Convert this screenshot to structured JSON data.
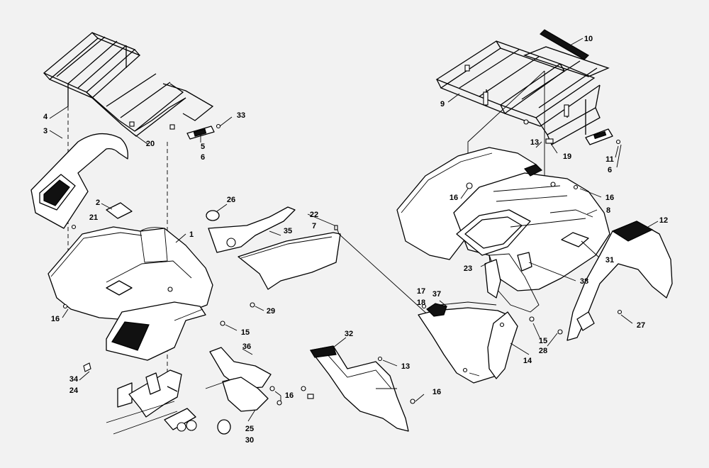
{
  "diagram": {
    "callouts": [
      {
        "id": "c-10",
        "text": "10"
      },
      {
        "id": "c-33",
        "text": "33"
      },
      {
        "id": "c-4",
        "text": "4"
      },
      {
        "id": "c-3",
        "text": "3"
      },
      {
        "id": "c-20",
        "text": "20"
      },
      {
        "id": "c-5",
        "text": "5"
      },
      {
        "id": "c-6a",
        "text": "6"
      },
      {
        "id": "c-9",
        "text": "9"
      },
      {
        "id": "c-13a",
        "text": "13"
      },
      {
        "id": "c-19",
        "text": "19"
      },
      {
        "id": "c-11",
        "text": "11"
      },
      {
        "id": "c-6b",
        "text": "6"
      },
      {
        "id": "c-2",
        "text": "2"
      },
      {
        "id": "c-21",
        "text": "21"
      },
      {
        "id": "c-26",
        "text": "26"
      },
      {
        "id": "c-22",
        "text": "22"
      },
      {
        "id": "c-7",
        "text": "7"
      },
      {
        "id": "c-35",
        "text": "35"
      },
      {
        "id": "c-1",
        "text": "1"
      },
      {
        "id": "c-16a",
        "text": "16"
      },
      {
        "id": "c-16b",
        "text": "16"
      },
      {
        "id": "c-8",
        "text": "8"
      },
      {
        "id": "c-12",
        "text": "12"
      },
      {
        "id": "c-31",
        "text": "31"
      },
      {
        "id": "c-23",
        "text": "23"
      },
      {
        "id": "c-38",
        "text": "38"
      },
      {
        "id": "c-16c",
        "text": "16"
      },
      {
        "id": "c-29",
        "text": "29"
      },
      {
        "id": "c-15a",
        "text": "15"
      },
      {
        "id": "c-17",
        "text": "17"
      },
      {
        "id": "c-18",
        "text": "18"
      },
      {
        "id": "c-37",
        "text": "37"
      },
      {
        "id": "c-15b",
        "text": "15"
      },
      {
        "id": "c-28",
        "text": "28"
      },
      {
        "id": "c-27",
        "text": "27"
      },
      {
        "id": "c-14",
        "text": "14"
      },
      {
        "id": "c-32",
        "text": "32"
      },
      {
        "id": "c-36",
        "text": "36"
      },
      {
        "id": "c-13b",
        "text": "13"
      },
      {
        "id": "c-34",
        "text": "34"
      },
      {
        "id": "c-24",
        "text": "24"
      },
      {
        "id": "c-16d",
        "text": "16"
      },
      {
        "id": "c-16e",
        "text": "16"
      },
      {
        "id": "c-25",
        "text": "25"
      },
      {
        "id": "c-30",
        "text": "30"
      }
    ]
  }
}
